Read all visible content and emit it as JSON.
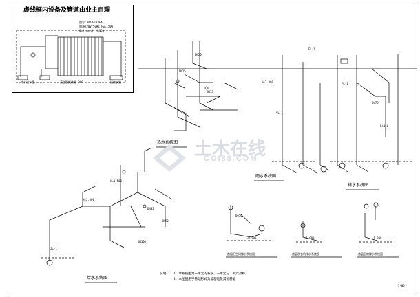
{
  "inset": {
    "heading": "虚线框内设备及管道由业主自理",
    "spec_model": "型号：PB-H193EA",
    "spec_power": "电源220V/50HZ  Pw=150W",
    "spec_flow": "Q=2.4m³/h  H=15m",
    "labels": {
      "cold_water_in": "冷水进水管",
      "drain": "接洗衣机",
      "heater": "真空管集热器  200 L",
      "tank_out": "接热水器"
    }
  },
  "diagrams": {
    "hot_water": "热水系统图",
    "rain_water": "雨水系统图",
    "drainage": "排水系统图",
    "supply_water": "给水系统图",
    "toilet_drain": "首层卫生间排水系统图",
    "washer_drain": "首层洗衣机排水系统图",
    "kitchen_drain": "首层厨房排水系统图"
  },
  "notes": {
    "prefix": "说明：",
    "line1": "1、本系统图为一单元的系统，一单元与二单元对称。",
    "line2": "2、本图图用于基础形式为墙基础及其他基础"
  },
  "sheet_no": "5-05",
  "pipe_tags": {
    "dn15": "DN15",
    "dn20": "DN20",
    "dn25": "DN25",
    "dn32": "DN32",
    "dn50": "DN50",
    "dn100": "DN100",
    "de50": "De50",
    "de75": "De75",
    "de110": "De110",
    "h3000": "H=3.000",
    "h5800": "H=5.800",
    "h1500": "H=1.500",
    "neg_0300": "-0.300",
    "neg_1000": "-1.000",
    "neg_1300": "-1.300",
    "fl_r1": "FL-1",
    "pl_1": "PL-1",
    "y_1": "YL-1",
    "jl_1": "JL-1"
  },
  "watermark": {
    "brand": "土木在线",
    "url": "COI88.COM"
  }
}
